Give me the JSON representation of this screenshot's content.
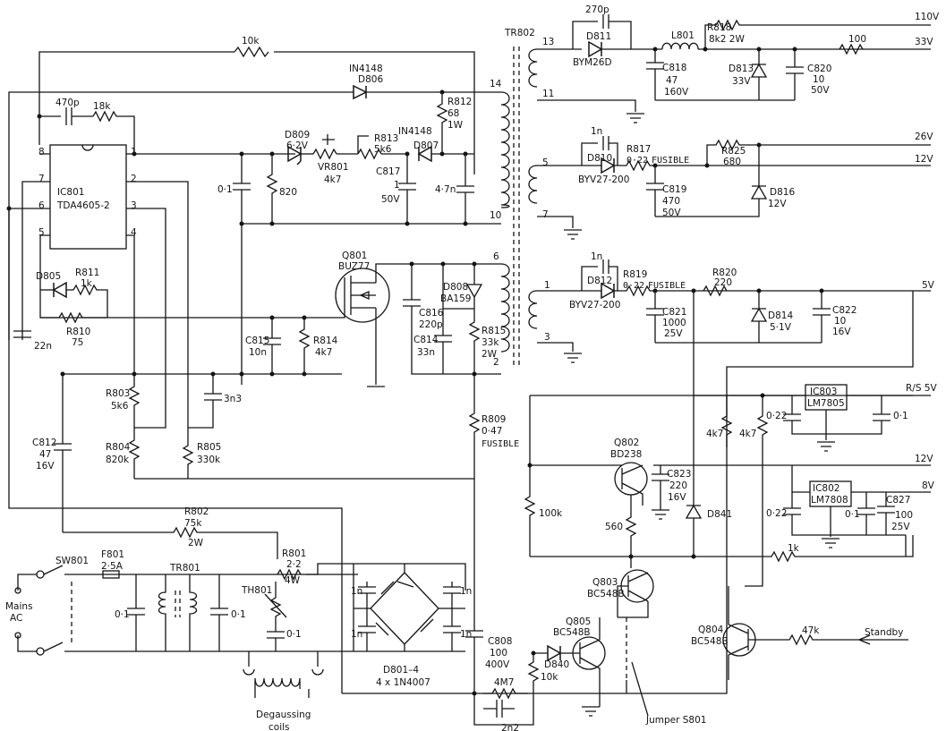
{
  "rails": {
    "v110": "110V",
    "v33": "33V",
    "v26": "26V",
    "v12a": "12V",
    "v5": "5V",
    "rs5": "R/S 5V",
    "v12b": "12V",
    "v8": "8V",
    "standby": "Standby"
  },
  "transformer": {
    "name": "TR802",
    "p13": "13",
    "p11": "11",
    "p14": "14",
    "p10": "10",
    "p5": "5",
    "p7": "7",
    "p6": "6",
    "p2": "2",
    "p1": "1",
    "p3": "3"
  },
  "ic": {
    "name1": "IC801",
    "name2": "TDA4605-2",
    "pins": [
      "8",
      "1",
      "7",
      "2",
      "6",
      "3",
      "5",
      "4"
    ]
  },
  "top_left": {
    "r_top": "10k",
    "c470": "470p",
    "r18k": "18k",
    "d806_type": "IN4148",
    "d806": "D806"
  },
  "feedback": {
    "r812": "R812",
    "r812_v": "68",
    "r812_p": "1W",
    "d807_type": "IN4148",
    "d807": "D807",
    "d809": "D809",
    "d809_v": "6·2V",
    "vr801": "VR801",
    "vr801_v": "4k7",
    "r813": "R813",
    "r813_v": "5k6",
    "c817": "C817",
    "c817_v": "1",
    "c817_u": "50V",
    "c47n": "4·7n",
    "c01": "0·1",
    "r820": "820"
  },
  "drive": {
    "d805": "D805",
    "r811": "R811",
    "r811_v": "1k",
    "r810": "R810",
    "r810_v": "75",
    "c22n": "22n",
    "q801": "Q801",
    "q801_t": "BUZ77",
    "c815": "C815",
    "c815_v": "10n",
    "r814": "R814",
    "r814_v": "4k7"
  },
  "snubber": {
    "d808": "D808",
    "d808_t": "BA159",
    "c816": "C816",
    "c816_v": "220p",
    "c814": "C814",
    "c814_v": "33n",
    "r815": "R815",
    "r815_v": "33k",
    "r815_p": "2W",
    "r809": "R809",
    "r809_v": "0·47",
    "r809_f": "FUSIBLE"
  },
  "sec1": {
    "c270": "270p",
    "d811": "D811",
    "d811_t": "BYM26D",
    "l801": "L801",
    "r818": "R818",
    "r818_v": "8k2  2W",
    "r100": "100",
    "c818": "C818",
    "c818_v": "47",
    "c818_u": "160V",
    "d813": "D813",
    "d813_v": "33V",
    "c820": "C820",
    "c820_v": "10",
    "c820_u": "50V"
  },
  "sec2": {
    "c1n": "1n",
    "d810": "D810",
    "d810_t": "BYV27-200",
    "r817": "R817",
    "r817_v": "0·22",
    "r817_f": "FUSIBLE",
    "r825": "R825",
    "r825_v": "680",
    "c819": "C819",
    "c819_v": "470",
    "c819_u": "50V",
    "d816": "D816",
    "d816_v": "12V"
  },
  "sec3": {
    "c1n": "1n",
    "d812": "D812",
    "d812_t": "BYV27-200",
    "r819": "R819",
    "r819_v": "0·22",
    "r819_f": "FUSIBLE",
    "r820": "R820",
    "r820_v": "220",
    "c821": "C821",
    "c821_v": "1000",
    "c821_u": "25V",
    "d814": "D814",
    "d814_v": "5·1V",
    "c822": "C822",
    "c822_v": "10",
    "c822_u": "16V"
  },
  "reg": {
    "r4k7a": "4k7",
    "r4k7b": "4k7",
    "c022a": "0·22",
    "ic803": "IC803",
    "ic803_t": "LM7805",
    "c01a": "0·1",
    "q802": "Q802",
    "q802_t": "BD238",
    "c823": "C823",
    "c823_v": "220",
    "c823_u": "16V",
    "d841": "D841",
    "r100k": "100k",
    "r560": "560",
    "ic802": "IC802",
    "ic802_t": "LM7808",
    "c022b": "0·22",
    "c01b": "0·1",
    "c827": "C827",
    "c827_v": "100",
    "c827_u": "25V",
    "r1k": "1k"
  },
  "control": {
    "q803": "Q803",
    "q803_t": "BC548B",
    "q805": "Q805",
    "q805_t": "BC548B",
    "q804": "Q804",
    "q804_t": "BC548B",
    "r47k": "47k",
    "d840": "D840",
    "r10k": "10k",
    "jumper": "Jumper S801"
  },
  "left_low": {
    "r803": "R803",
    "r803_v": "5k6",
    "c3n3": "3n3",
    "r804": "R804",
    "r804_v": "820k",
    "r805": "R805",
    "r805_v": "330k",
    "c812": "C812",
    "c812_v": "47",
    "c812_u": "16V",
    "r802": "R802",
    "r802_v": "75k",
    "r802_p": "2W"
  },
  "mains": {
    "sw801": "SW801",
    "f801": "F801",
    "f801_v": "2·5A",
    "tr801": "TR801",
    "c01a": "0·1",
    "c01b": "0·1",
    "label1": "Mains",
    "label2": "AC",
    "r801": "R801",
    "r801_v": "2·2",
    "r801_p": "4W",
    "th801": "TH801",
    "c01c": "0·1",
    "bridge": "D801–4",
    "bridge_t": "4 x 1N4007",
    "c1n_a": "1n",
    "c1n_b": "1n",
    "c1n_c": "1n",
    "c1n_d": "1n",
    "c808": "C808",
    "c808_v": "100",
    "c808_u": "400V",
    "r4m7": "4M7",
    "c2n2": "2n2",
    "degauss1": "Degaussing",
    "degauss2": "coils"
  }
}
